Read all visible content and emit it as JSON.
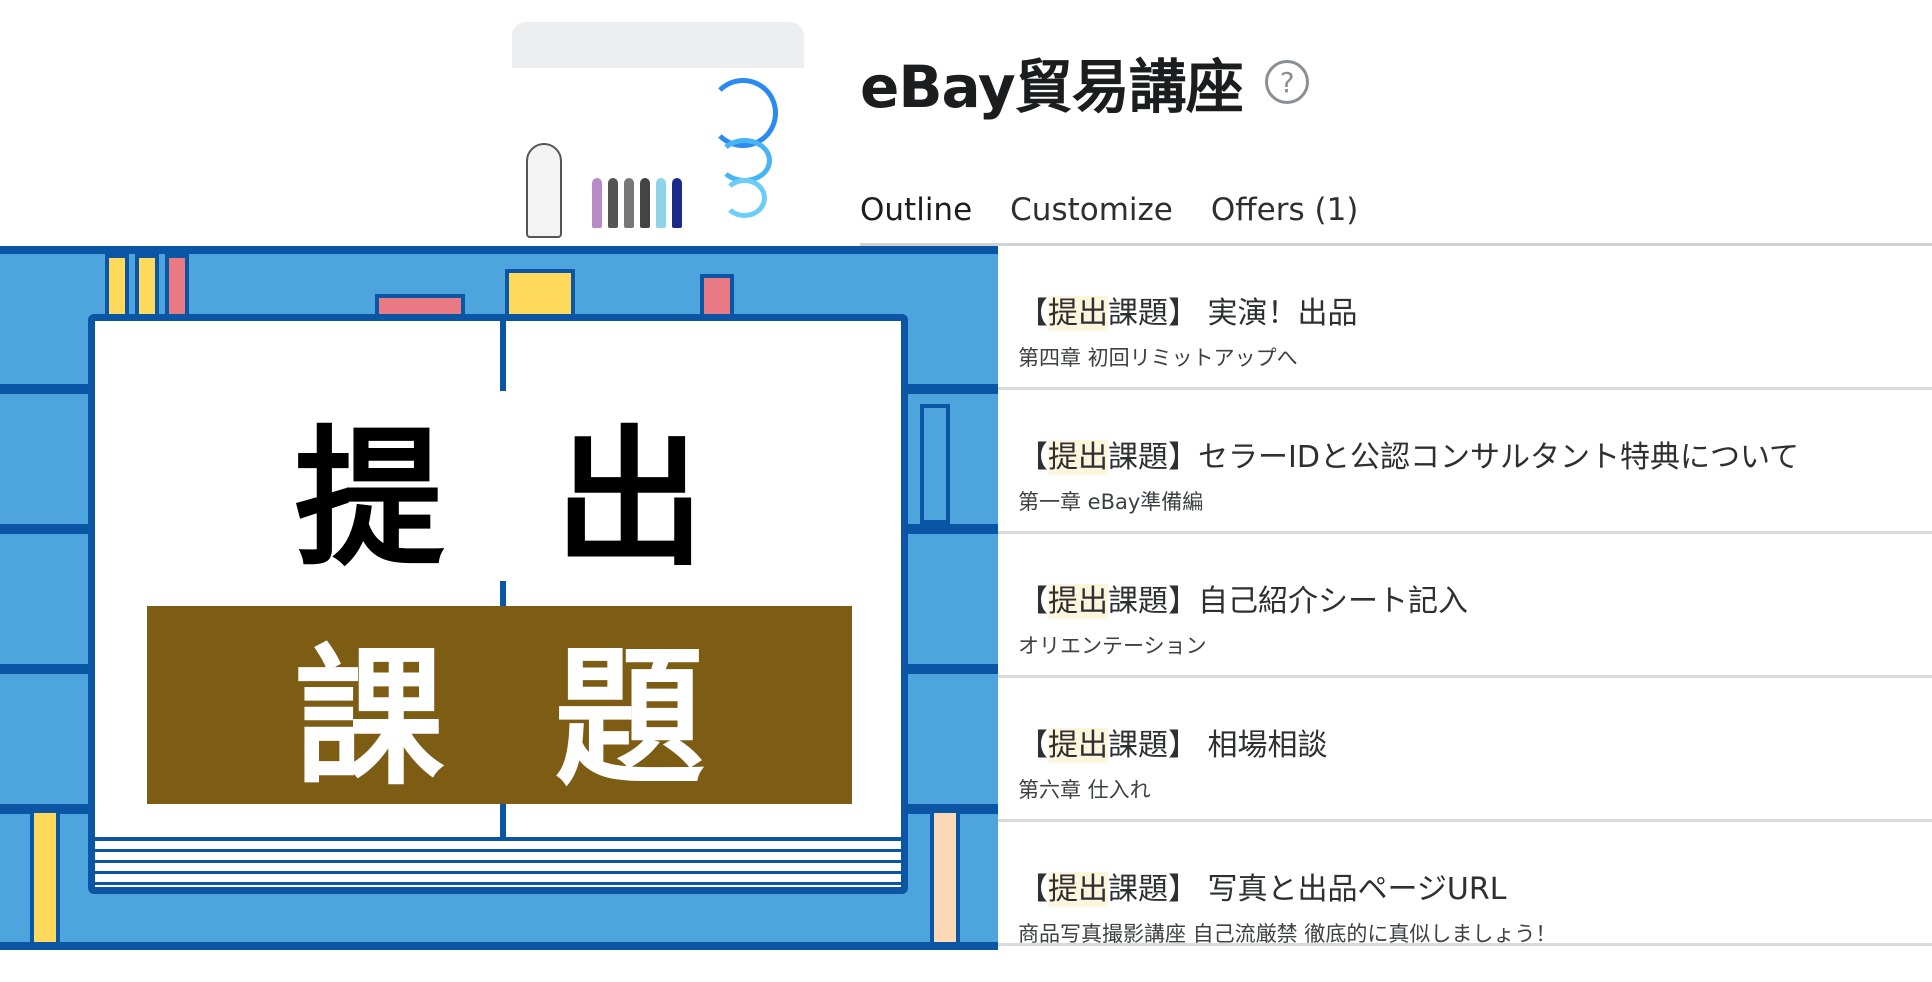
{
  "course": {
    "title": "eBay貿易講座",
    "help_icon": "?"
  },
  "tabs": [
    {
      "label": "Outline"
    },
    {
      "label": "Customize"
    },
    {
      "label": "Offers (1)"
    }
  ],
  "banner": {
    "line1": [
      "提",
      "出"
    ],
    "line2": [
      "課",
      "題"
    ]
  },
  "search_highlight": "提出",
  "results": [
    {
      "prefix": "【",
      "hl": "提出",
      "rest": "課題】 実演！出品",
      "subtitle": "第四章 初回リミットアップへ"
    },
    {
      "prefix": "【",
      "hl": "提出",
      "rest": "課題】セラーIDと公認コンサルタント特典について",
      "subtitle": "第一章 eBay準備編"
    },
    {
      "prefix": "【",
      "hl": "提出",
      "rest": "課題】自己紹介シート記入",
      "subtitle": "オリエンテーション"
    },
    {
      "prefix": "【",
      "hl": "提出",
      "rest": "課題】 相場相談",
      "subtitle": "第六章 仕入れ"
    },
    {
      "prefix": "【",
      "hl": "提出",
      "rest": "課題】 写真と出品ページURL",
      "subtitle": "商品写真撮影講座 自己流厳禁 徹底的に真似しましょう！"
    }
  ],
  "colors": {
    "highlight": "#fdf6dc",
    "banner_blue": "#4ea5dd",
    "dark_blue": "#0b56a4",
    "brown": "#7d5c14"
  }
}
